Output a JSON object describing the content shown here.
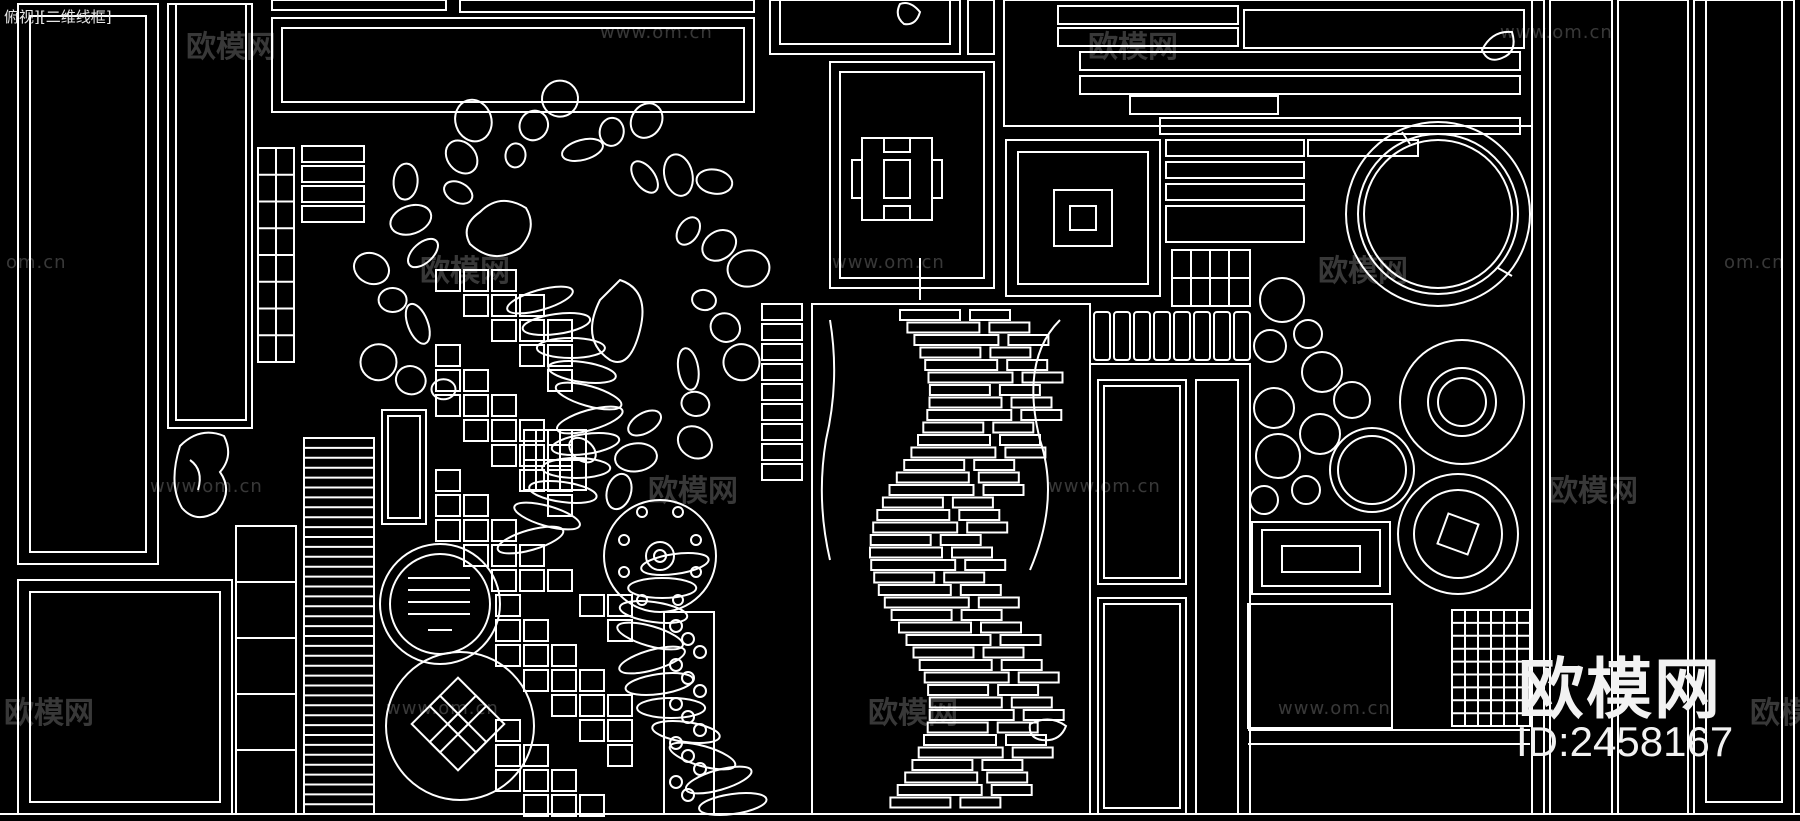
{
  "viewport": {
    "label": "俯视][二维线框]"
  },
  "watermark": {
    "brand_cn": "欧模网",
    "url": "www.om.cn",
    "url_fragment": "om.cn"
  },
  "branding": {
    "name": "欧模网",
    "id": "ID:2458167"
  },
  "colors": {
    "background": "#000000",
    "lines": "#ffffff",
    "watermark": "rgba(255,255,255,0.22)"
  }
}
